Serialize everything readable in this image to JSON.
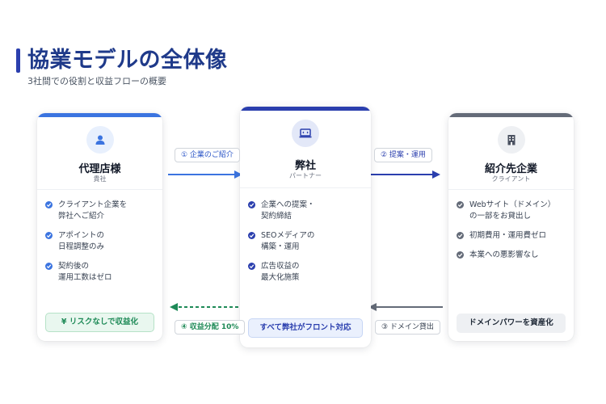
{
  "header": {
    "title": "協業モデルの全体像",
    "subtitle": "3社間での役割と収益フローの概要"
  },
  "colors": {
    "blue_accent": "#3b74e0",
    "navy": "#2b3fae",
    "green": "#1e8a57",
    "gray": "#646b78"
  },
  "cards": {
    "agency": {
      "icon": "person-icon",
      "name": "代理店様",
      "sub": "貴社",
      "items": [
        "クライアント企業を\n弊社へご紹介",
        "アポイントの\n日程調整のみ",
        "契約後の\n運用工数はゼロ"
      ],
      "footer": "¥ リスクなしで収益化"
    },
    "us": {
      "icon": "laptop-icon",
      "name": "弊社",
      "sub": "パートナー",
      "items": [
        "企業への提案・\n契約締結",
        "SEOメディアの\n構築・運用",
        "広告収益の\n最大化施策"
      ],
      "footer": "すべて弊社がフロント対応"
    },
    "client": {
      "icon": "building-icon",
      "name": "紹介先企業",
      "sub": "クライアント",
      "items": [
        "Webサイト（ドメイン）\nの一部をお貸出し",
        "初期費用・運用費ゼロ",
        "本業への悪影響なし"
      ],
      "footer": "ドメインパワーを資産化"
    }
  },
  "flows": {
    "f1": "① 企業のご紹介",
    "f2": "② 提案・運用",
    "f3": "③ ドメイン貸出",
    "f4": "④ 収益分配 10%"
  }
}
